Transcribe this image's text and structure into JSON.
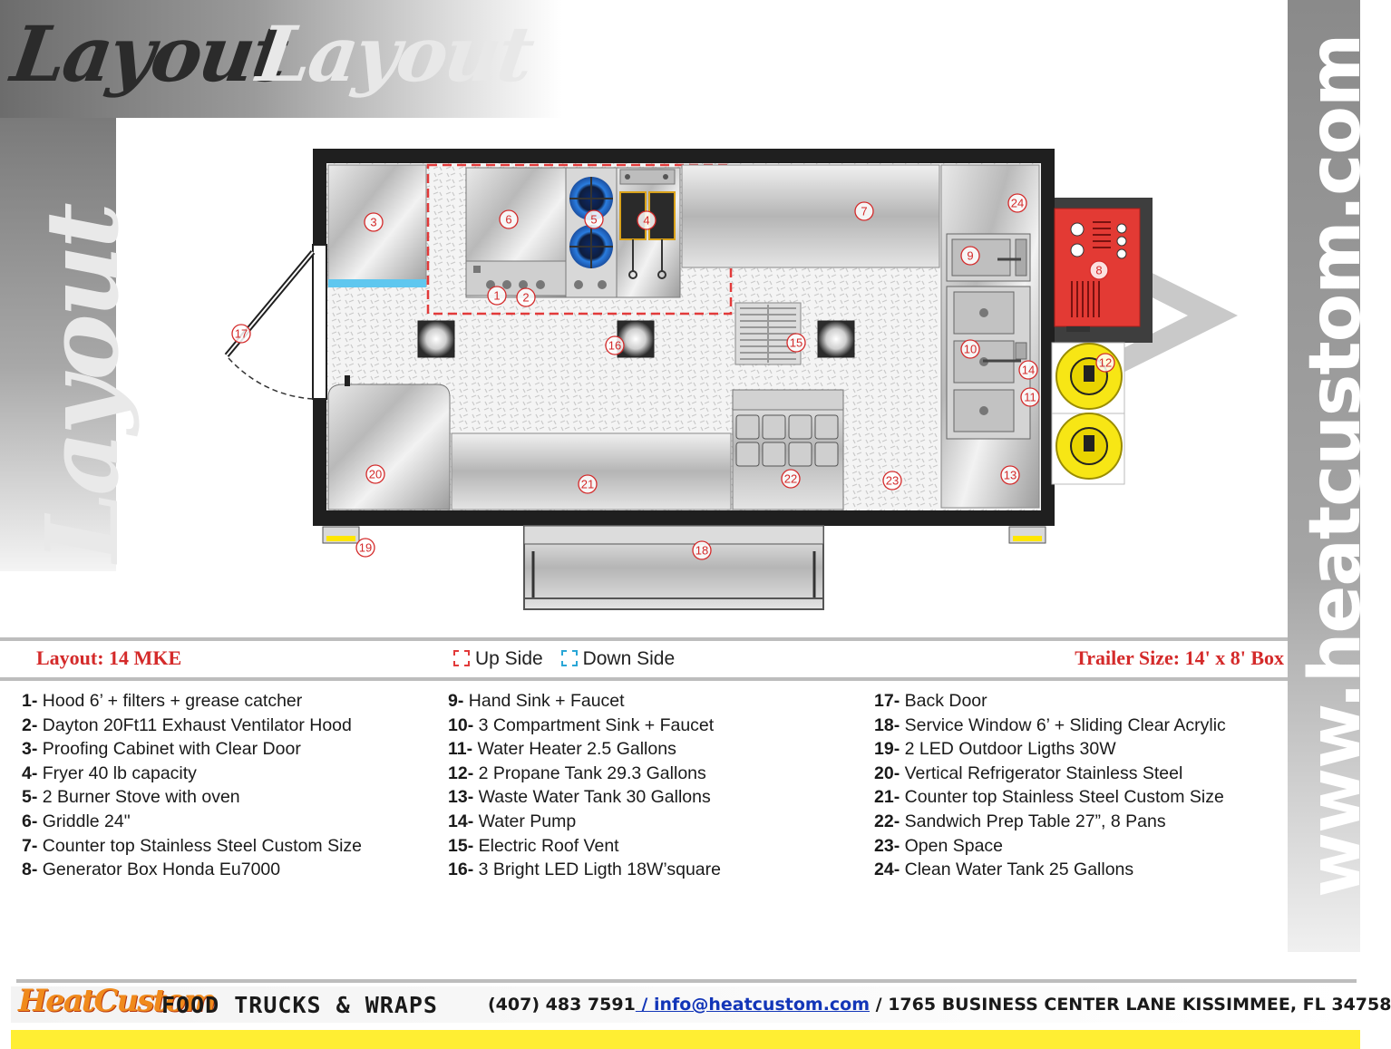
{
  "header": {
    "title_dark": "Layout",
    "title_light": "Layout",
    "side_script": "Layout",
    "website": "www.heatcustom.com"
  },
  "diagram": {
    "callouts": [
      "1",
      "2",
      "3",
      "4",
      "5",
      "6",
      "7",
      "8",
      "9",
      "10",
      "11",
      "12",
      "13",
      "14",
      "15",
      "16",
      "17",
      "18",
      "19",
      "20",
      "21",
      "22",
      "23",
      "24"
    ]
  },
  "info_bar": {
    "layout": "Layout: 14 MKE",
    "legend_up": "Up Side",
    "legend_down": "Down Side",
    "trailer_size": "Trailer Size: 14' x 8' Box",
    "legend_up_color": "#e23a3a",
    "legend_down_color": "#29a6d6"
  },
  "items": [
    {
      "num": "1-",
      "text": " Hood 6’ + filters + grease catcher"
    },
    {
      "num": "2-",
      "text": " Dayton 20Ft11 Exhaust Ventilator Hood"
    },
    {
      "num": "3-",
      "text": " Proofing Cabinet with Clear Door"
    },
    {
      "num": "4-",
      "text": " Fryer 40 lb capacity"
    },
    {
      "num": "5-",
      "text": " 2 Burner Stove with oven"
    },
    {
      "num": "6-",
      "text": " Griddle 24\""
    },
    {
      "num": "7-",
      "text": " Counter top Stainless Steel Custom Size"
    },
    {
      "num": "8-",
      "text": " Generator Box Honda Eu7000"
    },
    {
      "num": "9-",
      "text": " Hand Sink + Faucet"
    },
    {
      "num": "10-",
      "text": "  3 Compartment Sink + Faucet"
    },
    {
      "num": "11-",
      "text": " Water Heater 2.5 Gallons"
    },
    {
      "num": "12-",
      "text": " 2 Propane Tank 29.3 Gallons"
    },
    {
      "num": "13-",
      "text": " Waste Water Tank 30 Gallons"
    },
    {
      "num": "14-",
      "text": " Water Pump"
    },
    {
      "num": "15-",
      "text": " Electric Roof Vent"
    },
    {
      "num": "16-",
      "text": " 3 Bright LED Ligth 18W’square"
    },
    {
      "num": "17-",
      "text": " Back Door"
    },
    {
      "num": "18-",
      "text": " Service Window 6’ + Sliding Clear Acrylic"
    },
    {
      "num": "19-",
      "text": " 2 LED Outdoor Ligths 30W"
    },
    {
      "num": "20-",
      "text": " Vertical Refrigerator Stainless Steel"
    },
    {
      "num": "21-",
      "text": " Counter top Stainless Steel Custom Size"
    },
    {
      "num": "22-",
      "text": " Sandwich Prep Table 27”, 8 Pans"
    },
    {
      "num": "23-",
      "text": " Open Space"
    },
    {
      "num": "24-",
      "text": " Clean Water Tank 25 Gallons"
    }
  ],
  "footer": {
    "logo": "HeatCustom",
    "tagline": "FOOD TRUCKS & WRAPS",
    "phone": "(407) 483 7591",
    "sep1": " / ",
    "email": " info@heatcustom.com",
    "sep2": "  /  ",
    "address": "1765 BUSINESS CENTER LANE KISSIMMEE, FL 34758",
    "accent_color": "#ffee33"
  }
}
